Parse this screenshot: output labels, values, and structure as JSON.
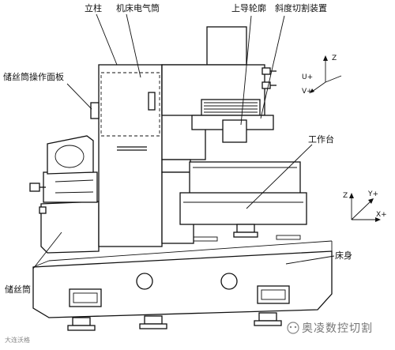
{
  "diagram": {
    "labels": {
      "column": "立柱",
      "electrical_cabinet": "机床电气筒",
      "upper_guide": "上导轮廓",
      "taper_device": "斜度切割装置",
      "wire_panel": "储丝筒操作面板",
      "worktable": "工作台",
      "wire_drum": "储丝筒",
      "bed": "床身"
    },
    "axes_upper": {
      "z": "Z",
      "u": "U+",
      "v": "V+"
    },
    "axes_lower": {
      "z": "Z",
      "y": "Y+",
      "x": "X+"
    },
    "watermark_left": "大连沃格",
    "watermark_right": "奥凌数控切割",
    "line_color": "#111111",
    "background_color": "#ffffff"
  }
}
